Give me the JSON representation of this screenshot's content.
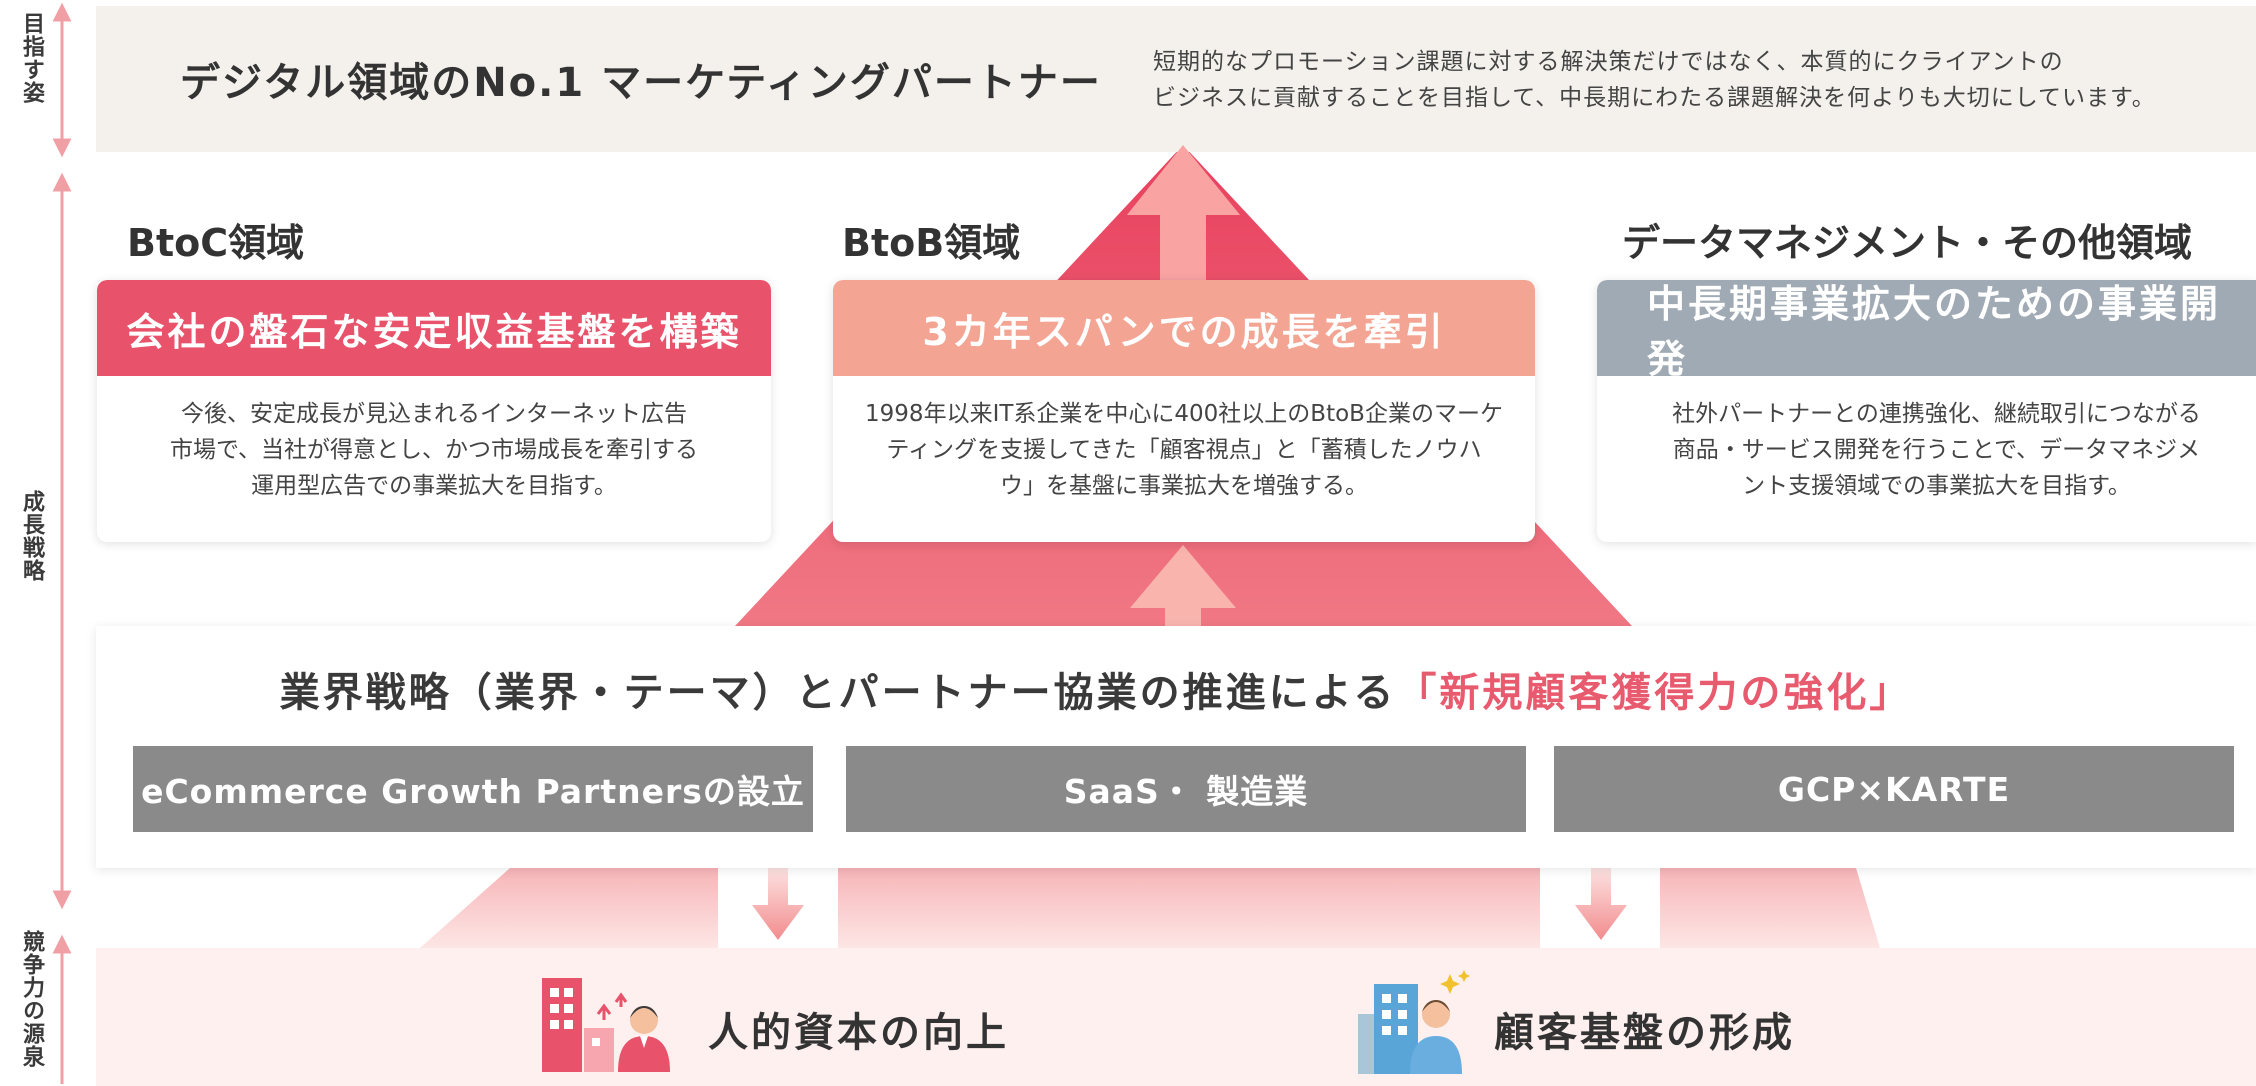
{
  "side_labels": {
    "goal": "目指す姿",
    "growth": "成長戦略",
    "source": "競争力の源泉"
  },
  "goal": {
    "title": "デジタル領域のNo.1 マーケティングパートナー",
    "description_line1": "短期的なプロモーション課題に対する解決策だけではなく、本質的にクライアントの",
    "description_line2": "ビジネスに貢献することを目指して、中長期にわたる課題解決を何よりも大切にしています。"
  },
  "domains": [
    {
      "name": "BtoC領域",
      "headline": "会社の盤石な安定収益基盤を構築",
      "color": "#e8526a",
      "body": [
        "今後、安定成長が見込まれるインターネット広告",
        "市場で、当社が得意とし、かつ市場成長を牽引する",
        "運用型広告での事業拡大を目指す。"
      ]
    },
    {
      "name": "BtoB領域",
      "headline": "3カ年スパンでの成長を牽引",
      "color": "#f3a493",
      "body": [
        "1998年以来IT系企業を中心に400社以上のBtoB企業のマーケ",
        "ティングを支援してきた「顧客視点」と「蓄積したノウハ",
        "ウ」を基盤に事業拡大を増強する。"
      ]
    },
    {
      "name": "データマネジメント・その他領域",
      "headline": "中長期事業拡大のための事業開発",
      "color": "#a0aab4",
      "body": [
        "社外パートナーとの連携強化、継続取引につながる",
        "商品・サービス開発を行うことで、データマネジメ",
        "ント支援領域での事業拡大を目指す。"
      ]
    }
  ],
  "strategy": {
    "title_main": "業界戦略（業界・テーマ）とパートナー協業の推進による",
    "title_highlight": "「新規顧客獲得力の強化」",
    "items": [
      "eCommerce Growth Partnersの設立",
      "SaaS・ 製造業",
      "GCP×KARTE"
    ]
  },
  "sources": {
    "human_capital": "人的資本の向上",
    "customer_base": "顧客基盤の形成"
  },
  "colors": {
    "accent": "#e8526a",
    "pink_light": "#f3a493",
    "gray": "#8a8a8a",
    "goal_bg": "#f4f1ed",
    "source_bg": "#fdf0ef"
  }
}
